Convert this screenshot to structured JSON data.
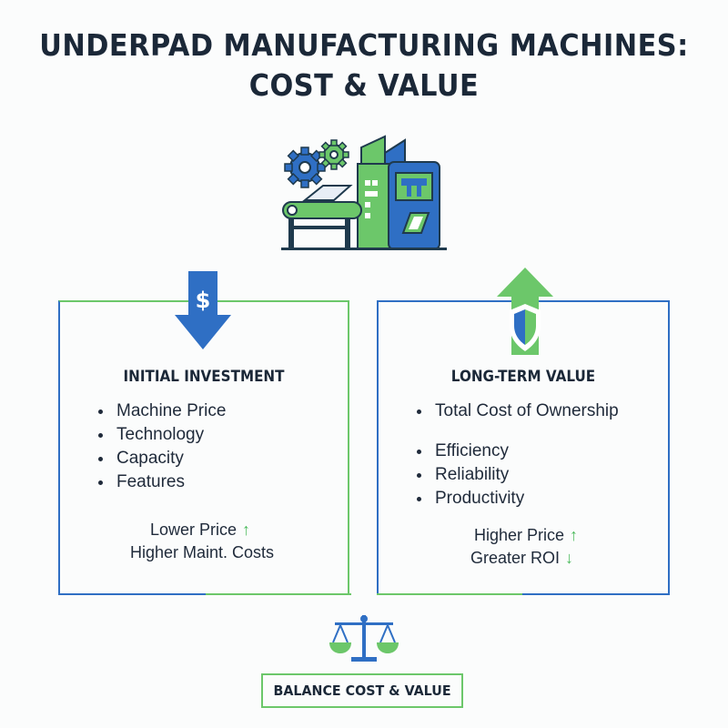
{
  "title": {
    "line1": "UNDERPAD MANUFACTURING MACHINES:",
    "line2": "COST & VALUE"
  },
  "icons": {
    "machine": "manufacturing-machine-icon",
    "investment": "dollar-down-arrow-icon",
    "value": "shield-up-arrow-icon",
    "balance": "balance-scale-icon"
  },
  "colors": {
    "blue": "#2f6fc4",
    "green": "#6cc76a",
    "arrow_green": "#4dbb5e",
    "text": "#1b2838"
  },
  "left_panel": {
    "heading": "INITIAL INVESTMENT",
    "items": [
      "Machine Price",
      "Technology",
      "Capacity",
      "Features"
    ],
    "note1": "Lower Price",
    "note1_arrow": "↑",
    "note2": "Higher Maint. Costs"
  },
  "right_panel": {
    "heading": "LONG-TERM VALUE",
    "items_top": [
      "Total Cost of Ownership"
    ],
    "items": [
      "Efficiency",
      "Reliability",
      "Productivity"
    ],
    "note1": "Higher Price",
    "note1_arrow": "↑",
    "note2": "Greater ROI",
    "note2_arrow": "↓"
  },
  "footer": {
    "label": "BALANCE COST & VALUE"
  }
}
